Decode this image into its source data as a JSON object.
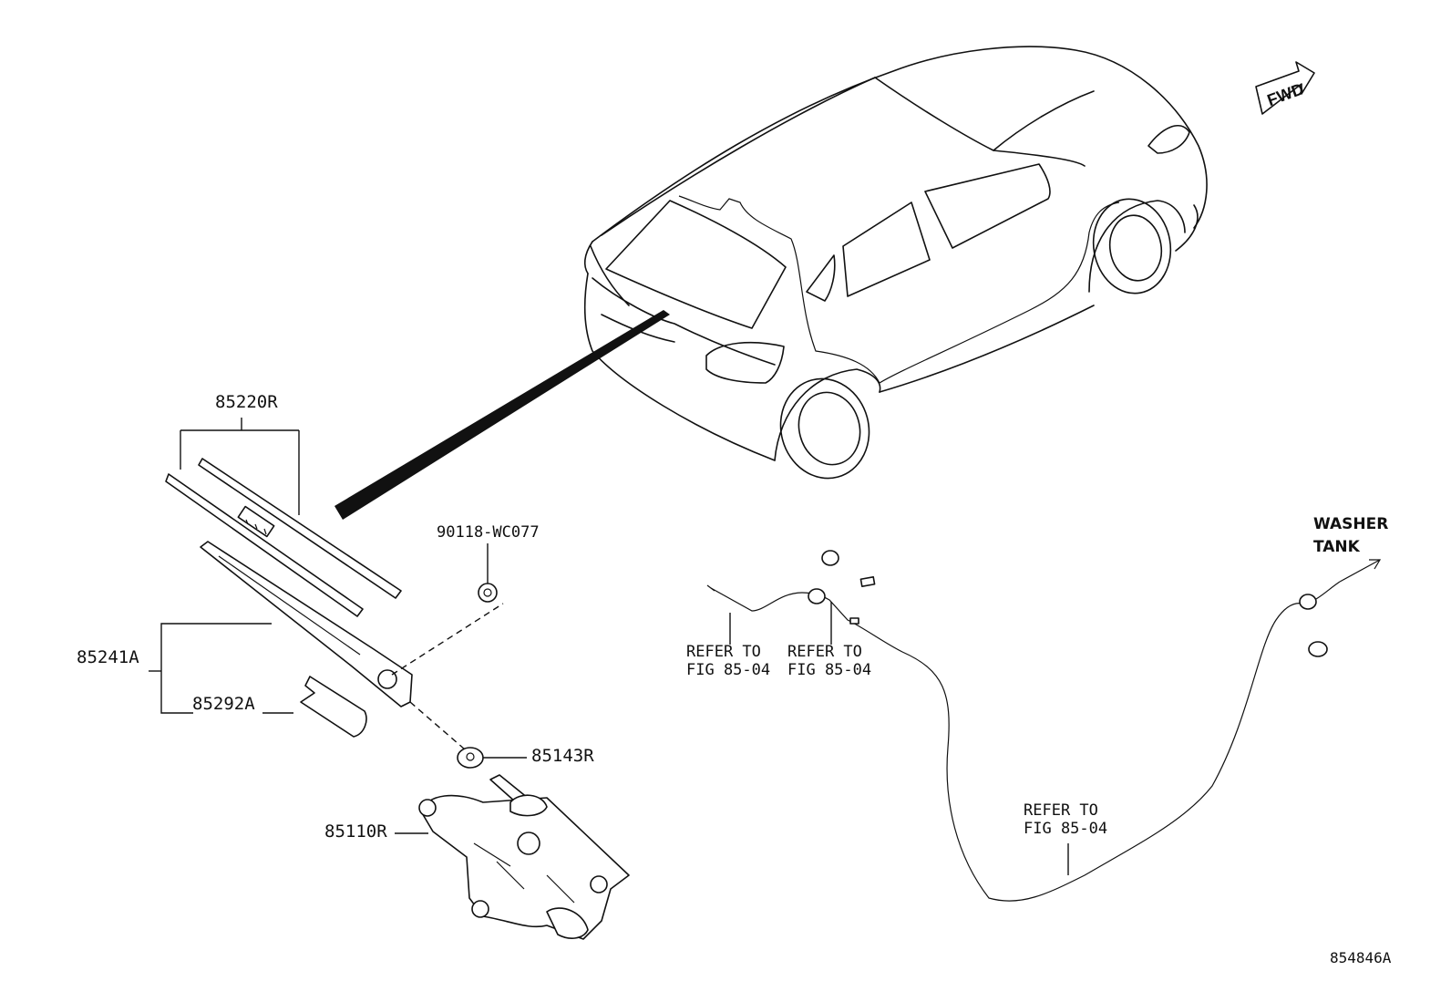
{
  "labels": {
    "p85220R": "85220R",
    "p90118": "90118-WC077",
    "p85241A": "85241A",
    "p85292A": "85292A",
    "p85143R": "85143R",
    "p85110R": "85110R",
    "washer_line1": "WASHER",
    "washer_line2": "TANK",
    "fwd": "FWD",
    "figure_id": "854846A"
  },
  "refs": [
    {
      "line1": "REFER TO",
      "line2": "FIG 85-04"
    },
    {
      "line1": "REFER TO",
      "line2": "FIG 85-04"
    },
    {
      "line1": "REFER TO",
      "line2": "FIG 85-04"
    }
  ],
  "icons": [
    "fwd-arrow-icon",
    "washer-direction-arrow-icon"
  ]
}
